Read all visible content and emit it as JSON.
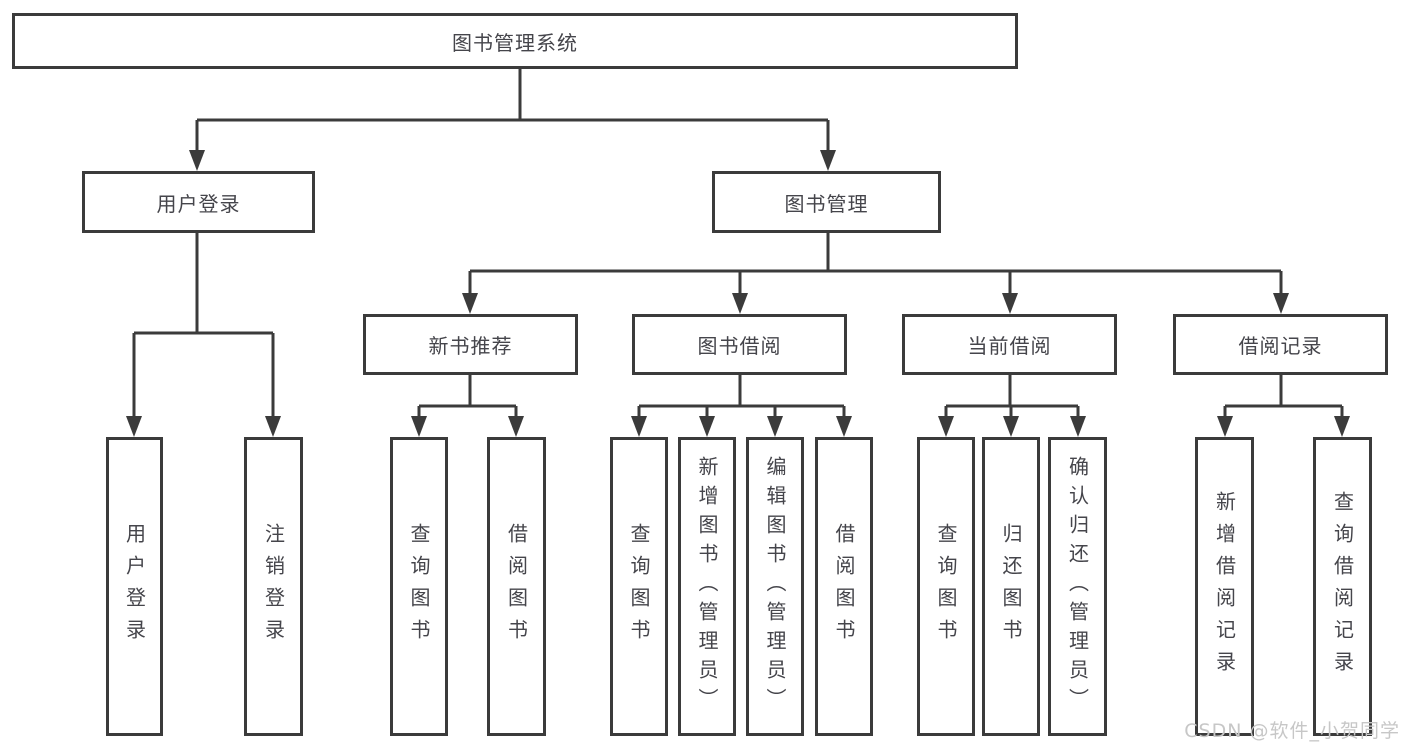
{
  "diagram": {
    "root": {
      "label": "图书管理系统",
      "children": [
        {
          "label": "用户登录",
          "children": [
            {
              "label": "用户登录"
            },
            {
              "label": "注销登录"
            }
          ]
        },
        {
          "label": "图书管理",
          "children": [
            {
              "label": "新书推荐",
              "children": [
                {
                  "label": "查询图书"
                },
                {
                  "label": "借阅图书"
                }
              ]
            },
            {
              "label": "图书借阅",
              "children": [
                {
                  "label": "查询图书"
                },
                {
                  "label": "新增图书（管理员）"
                },
                {
                  "label": "编辑图书（管理员）"
                },
                {
                  "label": "借阅图书"
                }
              ]
            },
            {
              "label": "当前借阅",
              "children": [
                {
                  "label": "查询图书"
                },
                {
                  "label": "归还图书"
                },
                {
                  "label": "确认归还（管理员）"
                }
              ]
            },
            {
              "label": "借阅记录",
              "children": [
                {
                  "label": "新增借阅记录"
                },
                {
                  "label": "查询借阅记录"
                }
              ]
            }
          ]
        }
      ]
    }
  },
  "watermark": {
    "text": "CSDN @软件_小贺同学"
  },
  "colors": {
    "line": "#3b3b3b",
    "box_border": "#3b3b3b",
    "text": "#45454b",
    "watermark": "#c7c7c7",
    "background": "#ffffff"
  }
}
